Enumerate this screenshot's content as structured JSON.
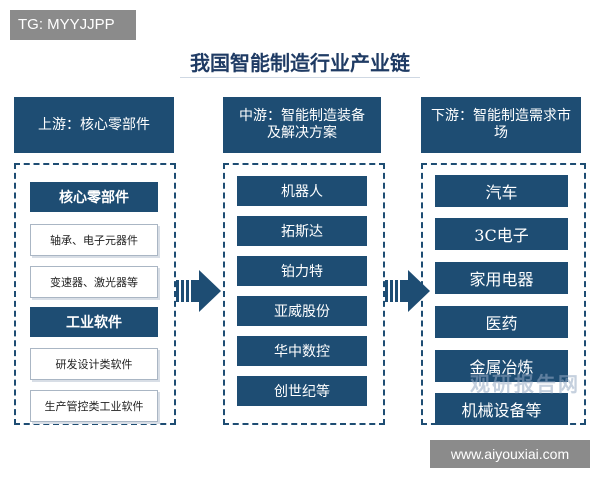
{
  "badge_tl": "TG: MYYJJPP",
  "title": "我国智能制造行业产业链",
  "upstream": {
    "header": "上游：核心零部件",
    "section1": "核心零部件",
    "items1": [
      "轴承、电子元器件",
      "变速器、激光器等"
    ],
    "section2": "工业软件",
    "items2": [
      "研发设计类软件",
      "生产管控类工业软件"
    ]
  },
  "midstream": {
    "header": "中游：智能制造装备及解决方案",
    "items": [
      "机器人",
      "拓斯达",
      "铂力特",
      "亚威股份",
      "华中数控",
      "创世纪等"
    ]
  },
  "downstream": {
    "header": "下游：智能制造需求市场",
    "items": [
      "汽车",
      "3C电子",
      "家用电器",
      "医药",
      "金属冶炼",
      "机械设备等"
    ]
  },
  "watermark": "观研报告网",
  "badge_br": "www.aiyouxiai.com",
  "colors": {
    "primary": "#1e4d73",
    "badge": "#8b8b8b"
  }
}
